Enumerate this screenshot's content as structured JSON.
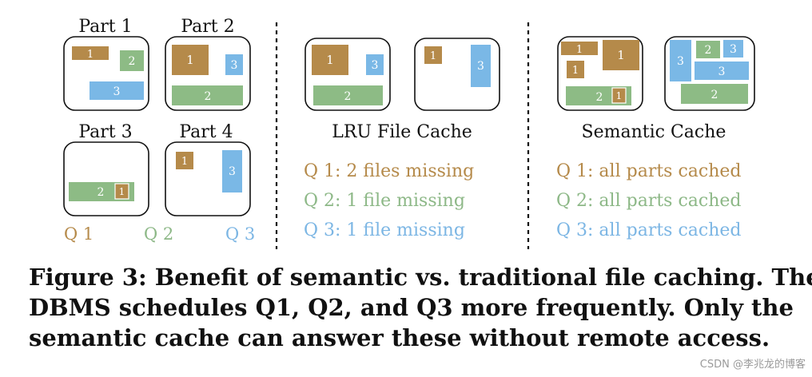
{
  "colors": {
    "q1": "#b58a4a",
    "q2": "#8dbb85",
    "q3": "#7ab8e6",
    "q1_text": "#b58a4a",
    "q2_text": "#8db887",
    "q3_text": "#7cb6e4",
    "text": "#111111"
  },
  "parts": {
    "part1": "Part 1",
    "part2": "Part 2",
    "part3": "Part 3",
    "part4": "Part 4"
  },
  "queries": {
    "q1": "Q 1",
    "q2": "Q 2",
    "q3": "Q 3"
  },
  "block_labels": {
    "one": "1",
    "two": "2",
    "three": "3"
  },
  "lru": {
    "title": "LRU File Cache",
    "lines": [
      "Q 1: 2 files missing",
      "Q 2: 1 file missing",
      "Q 3: 1 file missing"
    ]
  },
  "semantic": {
    "title": "Semantic Cache",
    "lines": [
      "Q 1: all parts cached",
      "Q 2: all parts cached",
      "Q 3: all parts cached"
    ]
  },
  "caption": {
    "line1": "Figure 3: Benefit of semantic vs. traditional file caching. The",
    "line2": "DBMS schedules Q1, Q2, and Q3 more frequently. Only the",
    "line3": "semantic cache can answer these without remote access."
  },
  "watermark": "CSDN @李兆龙的博客"
}
